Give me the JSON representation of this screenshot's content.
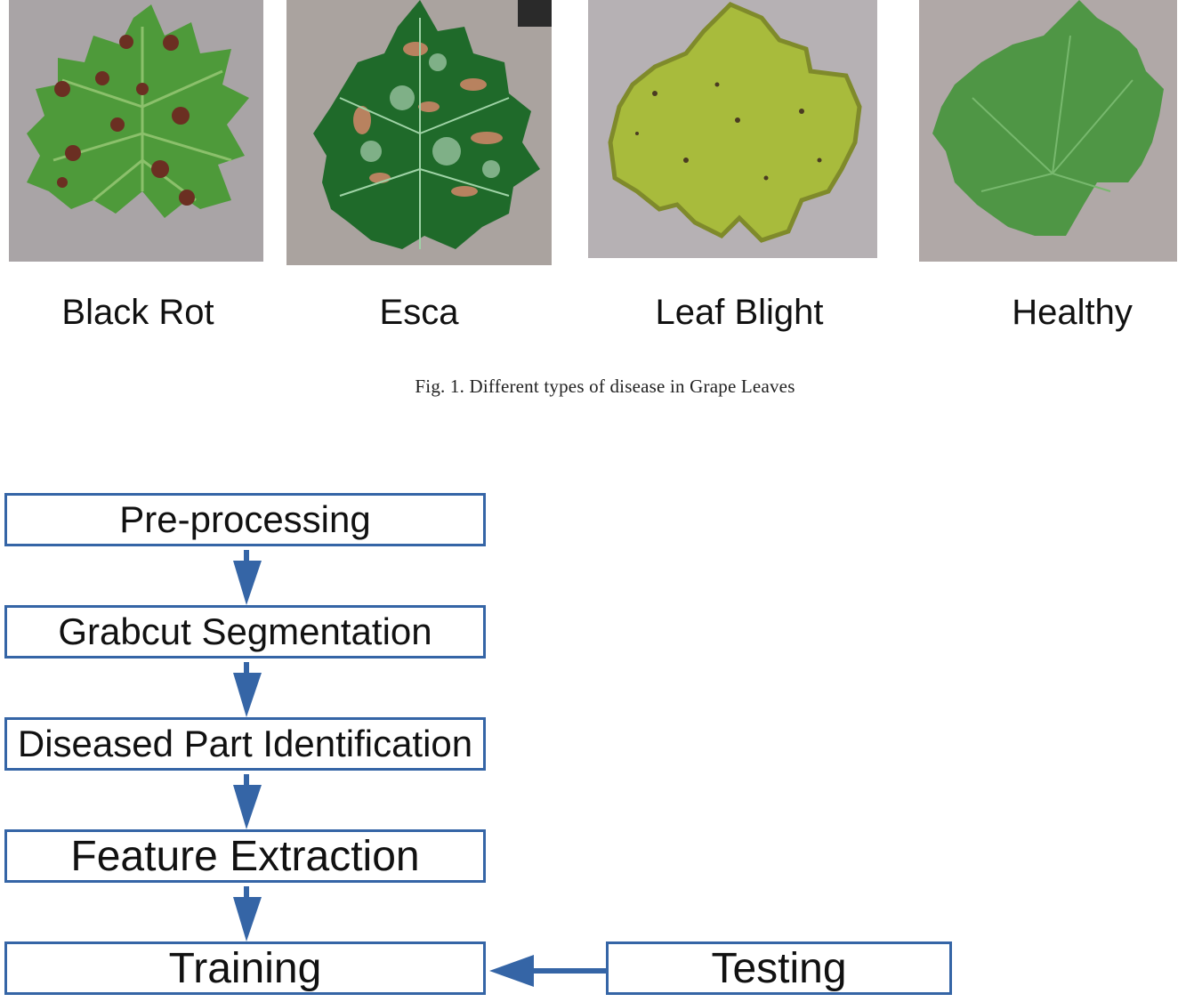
{
  "figure": {
    "panels": [
      {
        "label": "Black Rot",
        "image": "grape-leaf-black-rot"
      },
      {
        "label": "Esca",
        "image": "grape-leaf-esca"
      },
      {
        "label": "Leaf Blight",
        "image": "grape-leaf-blight"
      },
      {
        "label": "Healthy",
        "image": "grape-leaf-healthy"
      }
    ],
    "caption": "Fig. 1.  Different types of disease in Grape Leaves"
  },
  "flowchart": {
    "steps": [
      "Pre-processing",
      "Grabcut Segmentation",
      "Diseased Part Identification",
      "Feature Extraction",
      "Training"
    ],
    "side_step": "Testing",
    "colors": {
      "border": "#3565a6",
      "arrow": "#3565a6"
    }
  }
}
